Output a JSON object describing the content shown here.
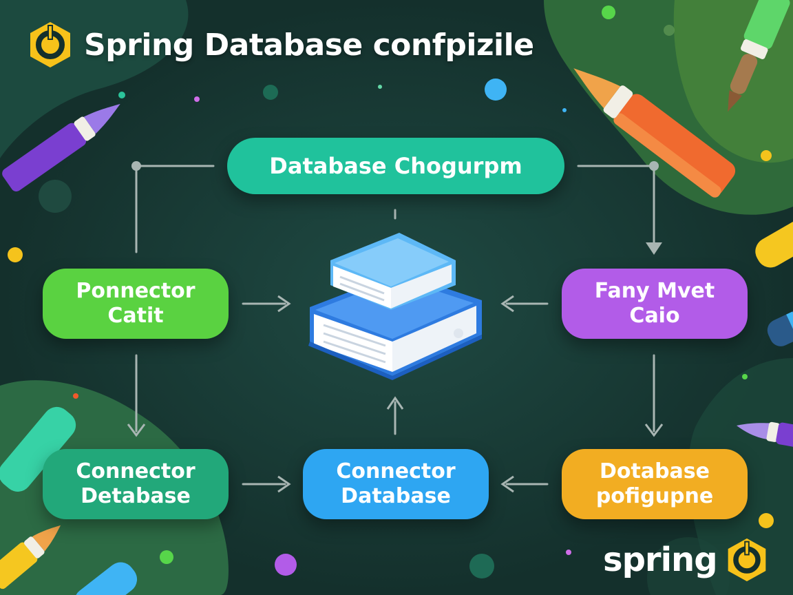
{
  "title": "Spring Database confpizile",
  "nodes": {
    "top": {
      "line1": "Database Chogurpm"
    },
    "left": {
      "line1": "Ponnector",
      "line2": "Catit"
    },
    "right": {
      "line1": "Fany Mvet",
      "line2": "Caio"
    },
    "bottom_left": {
      "line1": "Connector",
      "line2": "Detabase"
    },
    "bottom_center": {
      "line1": "Connector",
      "line2": "Database"
    },
    "bottom_right": {
      "line1": "Dotabase",
      "line2": "pofigupne"
    }
  },
  "brand": {
    "text": "spring"
  },
  "colors": {
    "background": "#14302c",
    "top_node": "#20c29c",
    "left_node": "#5ad241",
    "right_node": "#b25ce8",
    "bottom_left_node": "#22a87a",
    "bottom_center_node": "#2ea6f2",
    "bottom_right_node": "#f2ad22",
    "logo": "#f7c21a",
    "connector": "#a9b6b3"
  },
  "icons": [
    "spring-logo-icon",
    "book-stack-icon",
    "paintbrush-icon"
  ]
}
